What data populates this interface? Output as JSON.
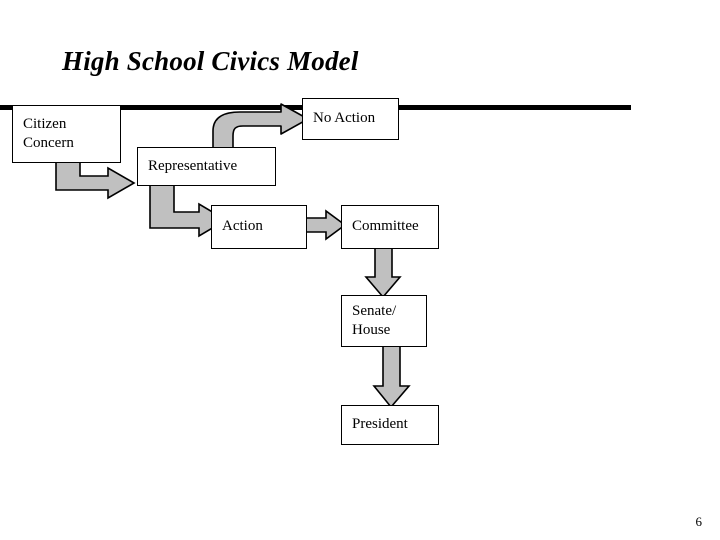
{
  "slide": {
    "title": "High School Civics Model",
    "page_number": "6",
    "background_color": "#FFFFFF",
    "text_color": "#000000"
  },
  "divider": {
    "name": "horizontal-rule",
    "color": "#000000"
  },
  "diagram": {
    "type": "flowchart",
    "node_fill": "#FFFFFF",
    "node_border": "#000000",
    "arrow_fill": "#C0C0C0",
    "arrow_border": "#000000",
    "nodes": [
      {
        "id": "citizen-concern",
        "label": "Citizen\nConcern"
      },
      {
        "id": "no-action",
        "label": "No Action"
      },
      {
        "id": "representative",
        "label": "Representative"
      },
      {
        "id": "action",
        "label": "Action"
      },
      {
        "id": "committee",
        "label": "Committee"
      },
      {
        "id": "senate-house",
        "label": "Senate/\nHouse"
      },
      {
        "id": "president",
        "label": "President"
      }
    ],
    "connectors": [
      {
        "id": "citizen-concern-to-representative",
        "from": "citizen-concern",
        "to": "representative",
        "shape": "elbow-down-right"
      },
      {
        "id": "representative-to-no-action",
        "from": "representative",
        "to": "no-action",
        "shape": "curved-up-right"
      },
      {
        "id": "representative-to-action",
        "from": "representative",
        "to": "action",
        "shape": "elbow-down-right"
      },
      {
        "id": "action-to-committee",
        "from": "action",
        "to": "committee",
        "shape": "straight-right"
      },
      {
        "id": "committee-to-senate-house",
        "from": "committee",
        "to": "senate-house",
        "shape": "straight-down"
      },
      {
        "id": "senate-house-to-president",
        "from": "senate-house",
        "to": "president",
        "shape": "straight-down"
      }
    ]
  }
}
